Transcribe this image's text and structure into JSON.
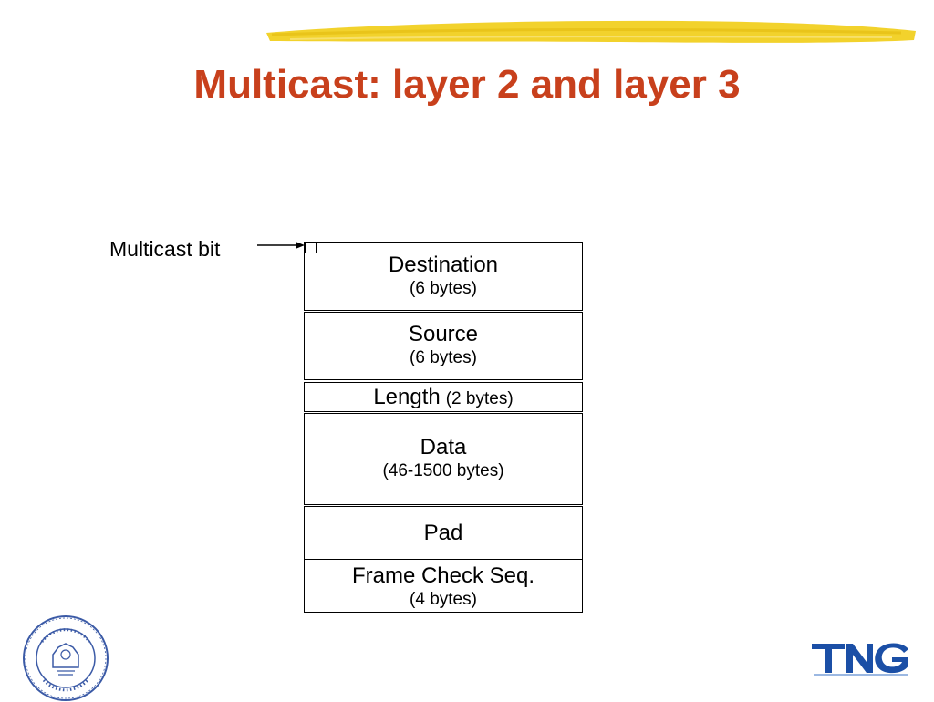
{
  "slide": {
    "title": "Multicast: layer 2 and layer 3",
    "accent_color": "#c8401c",
    "highlight_color": "#f2d22c"
  },
  "diagram": {
    "callout_label": "Multicast bit",
    "fields": [
      {
        "name": "Destination",
        "size": "(6 bytes)"
      },
      {
        "name": "Source",
        "size": "(6 bytes)"
      },
      {
        "name": "Length",
        "size": "(2 bytes)"
      },
      {
        "name": "Data",
        "size": "(46-1500 bytes)"
      },
      {
        "name": "Pad",
        "size": ""
      },
      {
        "name": "Frame Check Seq.",
        "size": "(4 bytes)"
      }
    ]
  },
  "logos": {
    "seal_text": "POLITECNICO DI TORINO 1859 1906",
    "brand_text": "TNG",
    "brand_color": "#1b4fa6"
  }
}
